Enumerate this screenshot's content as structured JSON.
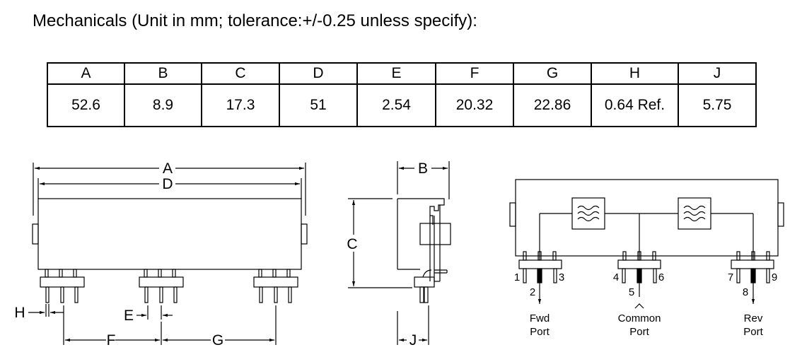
{
  "title": "Mechanicals (Unit in mm; tolerance:+/-0.25 unless specify):",
  "table": {
    "headers": [
      "A",
      "B",
      "C",
      "D",
      "E",
      "F",
      "G",
      "H",
      "J"
    ],
    "values": [
      "52.6",
      "8.9",
      "17.3",
      "51",
      "2.54",
      "20.32",
      "22.86",
      "0.64 Ref.",
      "5.75"
    ]
  },
  "front_view": {
    "labels": {
      "A": "A",
      "D": "D",
      "E": "E",
      "F": "F",
      "G": "G",
      "H": "H"
    }
  },
  "side_view": {
    "labels": {
      "B": "B",
      "C": "C",
      "J": "J"
    }
  },
  "schematic": {
    "pins": [
      "1",
      "2",
      "3",
      "4",
      "5",
      "6",
      "7",
      "8",
      "9"
    ],
    "ports": {
      "fwd": [
        "Fwd",
        "Port"
      ],
      "common": [
        "Common",
        "Port"
      ],
      "rev": [
        "Rev",
        "Port"
      ]
    }
  }
}
